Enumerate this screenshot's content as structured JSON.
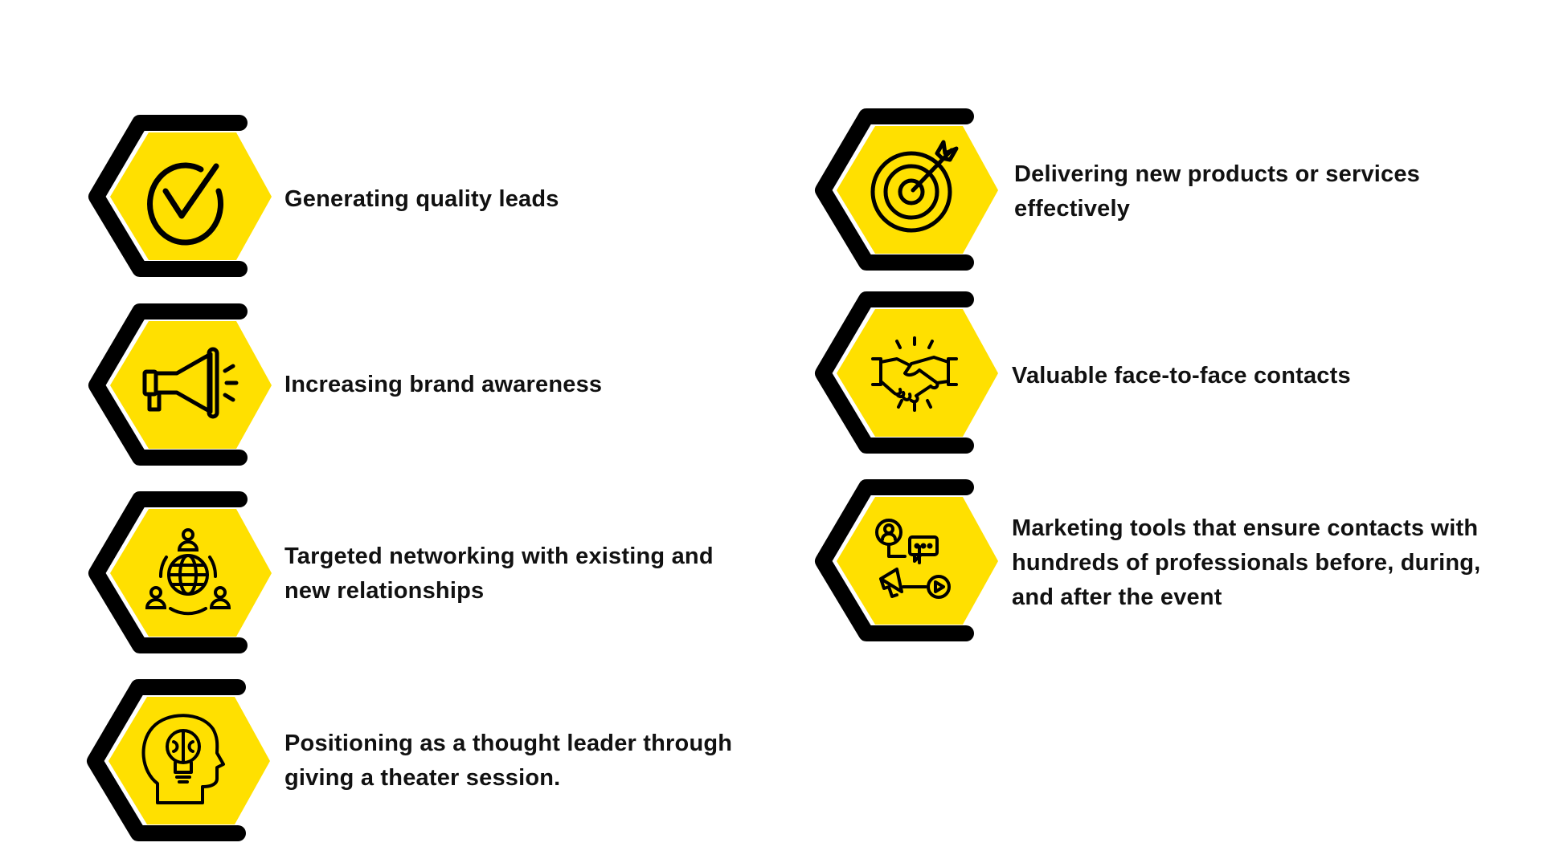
{
  "colors": {
    "accent": "#FFE000",
    "outline": "#000000",
    "text": "#111111"
  },
  "left_items": [
    {
      "icon": "checkmark-circle-icon",
      "lines": [
        "Generating quality leads"
      ]
    },
    {
      "icon": "megaphone-icon",
      "lines": [
        "Increasing brand awareness"
      ]
    },
    {
      "icon": "global-network-icon",
      "lines": [
        "Targeted networking with existing and",
        "new relationships"
      ]
    },
    {
      "icon": "head-lightbulb-brain-icon",
      "lines": [
        "Positioning as a thought leader through",
        "giving a theater session."
      ]
    }
  ],
  "right_items": [
    {
      "icon": "target-arrow-icon",
      "lines": [
        "Delivering new products or services",
        "effectively"
      ]
    },
    {
      "icon": "handshake-icon",
      "lines": [
        "Valuable face-to-face contacts"
      ]
    },
    {
      "icon": "digital-marketing-icon",
      "lines": [
        "Marketing tools that ensure contacts with",
        "hundreds of professionals before, during,",
        "and after the event"
      ]
    }
  ]
}
